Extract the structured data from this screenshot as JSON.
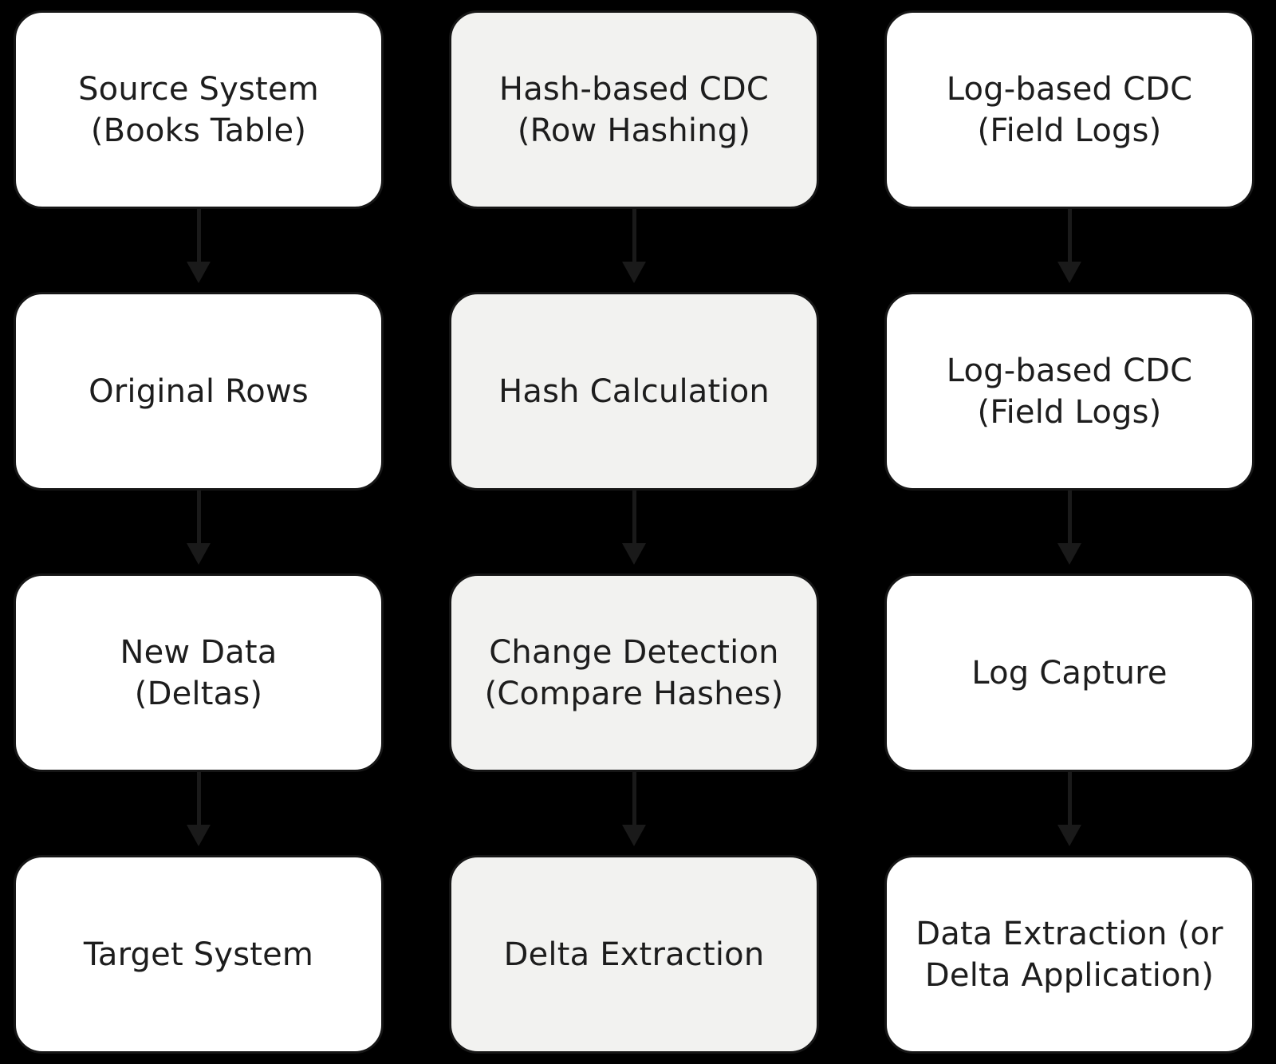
{
  "diagram": {
    "type": "flowchart",
    "colors": {
      "background": "#000000",
      "node_fill": "#ffffff",
      "node_alt_fill": "#f2f2f0",
      "node_border": "#161616",
      "arrow_color": "#1a1a1a",
      "text_color": "#1d1d1d"
    },
    "columns": [
      {
        "name": "source-to-target-flow",
        "boxes": [
          {
            "label": "Source System\n(Books Table)"
          },
          {
            "label": "Original Rows"
          },
          {
            "label": "New Data\n(Deltas)"
          },
          {
            "label": "Target System"
          }
        ]
      },
      {
        "name": "hash-based-cdc-flow",
        "boxes": [
          {
            "label": "Hash-based CDC\n(Row Hashing)"
          },
          {
            "label": "Hash Calculation"
          },
          {
            "label": "Change Detection\n(Compare Hashes)"
          },
          {
            "label": "Delta Extraction"
          }
        ]
      },
      {
        "name": "log-based-cdc-flow",
        "boxes": [
          {
            "label": "Log-based CDC\n(Field Logs)"
          },
          {
            "label": "Log-based CDC\n(Field Logs)"
          },
          {
            "label": "Log Capture"
          },
          {
            "label": "Data Extraction (or\nDelta Application)"
          }
        ]
      }
    ]
  }
}
